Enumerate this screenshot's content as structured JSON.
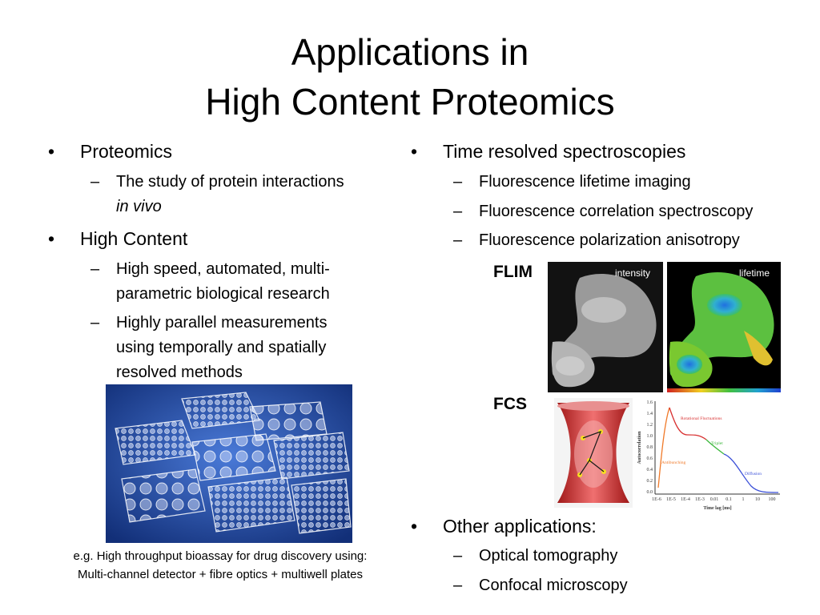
{
  "title": {
    "line1": "Applications in",
    "line2": "High Content Proteomics"
  },
  "left": {
    "bullet1": "Proteomics",
    "bullet1_sub1_a": "The study of protein interactions",
    "bullet1_sub1_b": "in vivo",
    "bullet2": "High Content",
    "bullet2_sub1_a": "High speed, automated, multi-",
    "bullet2_sub1_b": "parametric biological research",
    "bullet2_sub2_a": "Highly parallel measurements",
    "bullet2_sub2_b": "using temporally and spatially",
    "bullet2_sub2_c": "resolved methods",
    "caption_line1": "e.g. High throughput bioassay for drug discovery using:",
    "caption_line2": "Multi-channel detector + fibre optics + multiwell plates"
  },
  "right": {
    "bullet1": "Time resolved spectroscopies",
    "sub1": "Fluorescence lifetime imaging",
    "sub2": "Fluorescence correlation spectroscopy",
    "sub3": "Fluorescence polarization anisotropy",
    "flim_label": "FLIM",
    "flim_intensity_label": "intensity",
    "flim_lifetime_label": "lifetime",
    "fcs_label": "FCS",
    "fcs_plot": {
      "ylabel": "Autocorrelation",
      "xlabel": "Time lag [ms]",
      "yticks": [
        "1.6",
        "1.4",
        "1.2",
        "1.0",
        "0.8",
        "0.6",
        "0.4",
        "0.2",
        "0.0"
      ],
      "xticks": [
        "1E-6",
        "1E-5",
        "1E-4",
        "1E-3",
        "0.01",
        "0.1",
        "1",
        "10",
        "100"
      ],
      "ann_rot": "Rotational Fluctuations",
      "ann_triplet": "Triplet",
      "ann_anti": "Antibunching",
      "ann_diff": "Diffusion"
    },
    "bullet2": "Other applications:",
    "sub4": "Optical tomography",
    "sub5": "Confocal microscopy"
  },
  "glyphs": {
    "bullet": "•",
    "dash": "–"
  },
  "colors": {
    "fcs_orange": "#f07a2a",
    "fcs_red": "#d83030",
    "fcs_green": "#3fb93f",
    "fcs_blue": "#3a4fd8"
  }
}
